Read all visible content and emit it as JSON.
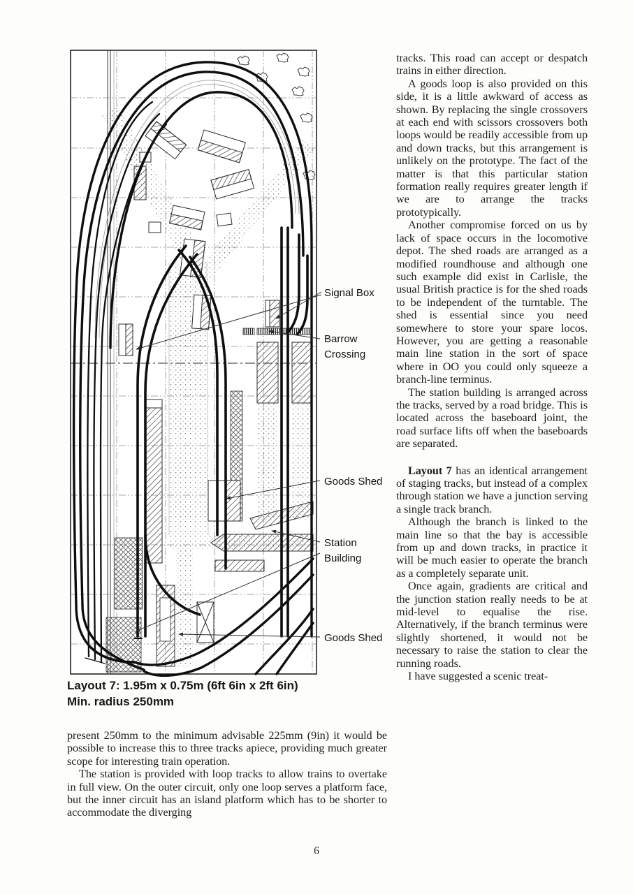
{
  "page": {
    "number": "6"
  },
  "figure": {
    "caption": {
      "line1": "Layout 7: 1.95m x 0.75m (6ft 6in x 2ft 6in)",
      "line2": "Min. radius 250mm"
    },
    "labels": {
      "signal_box": "Signal Box",
      "barrow_line1": "Barrow",
      "barrow_line2": "Crossing",
      "goods_shed_upper": "Goods Shed",
      "station_line1": "Station",
      "station_line2": "Building",
      "goods_shed_lower": "Goods Shed"
    }
  },
  "left_column": {
    "para1": "present 250mm to the minimum advisable 225mm (9in) it would be possible to increase this to three tracks apiece, providing much greater scope for interesting train operation.",
    "para2": "The station is provided with loop tracks to allow trains to overtake in full view. On the outer circuit, only one loop serves a platform face, but the inner circuit has an island platform which has to be shorter to accommodate the diverging"
  },
  "right_column": {
    "para1": "tracks. This road can accept or despatch trains in either direction.",
    "para2": "A goods loop is also provided on this side, it is a little awkward of access as shown. By replacing the single crossovers at each end with scissors crossovers both loops would be readily accessible from up and down tracks, but this arrangement is unlikely on the prototype. The fact of the matter is that this particular station formation really requires greater length if we are to arrange the tracks prototypically.",
    "para3": "Another compromise forced on us by lack of space occurs in the locomotive depot. The shed roads are arranged as a modified roundhouse and although one such example did exist in Carlisle, the usual British practice is for the shed roads to be independent of the turntable. The shed is essential since you need somewhere to store your spare locos. However, you are getting a reasonable main line station in the sort of space where in OO you could only squeeze a branch-line terminus.",
    "para4": "The station building is arranged across the tracks, served by a road bridge. This is located across the baseboard joint, the road surface lifts off when the baseboards are separated.",
    "para5_bold": "Layout 7",
    "para5_rest": " has an identical arrangement of staging tracks, but instead of a complex through station we have a junction serving a single track branch.",
    "para6": "Although the branch is linked to the main line so that the bay is accessible from up and down tracks, in practice it will be much easier to operate the branch as a completely separate unit.",
    "para7": "Once again, gradients are critical and the junction station really needs to be at mid-level to equalise the rise. Alternatively, if the branch terminus were slightly shortened, it would not be necessary to raise the station to clear the running roads.",
    "para8": "I have suggested a scenic treat-"
  }
}
